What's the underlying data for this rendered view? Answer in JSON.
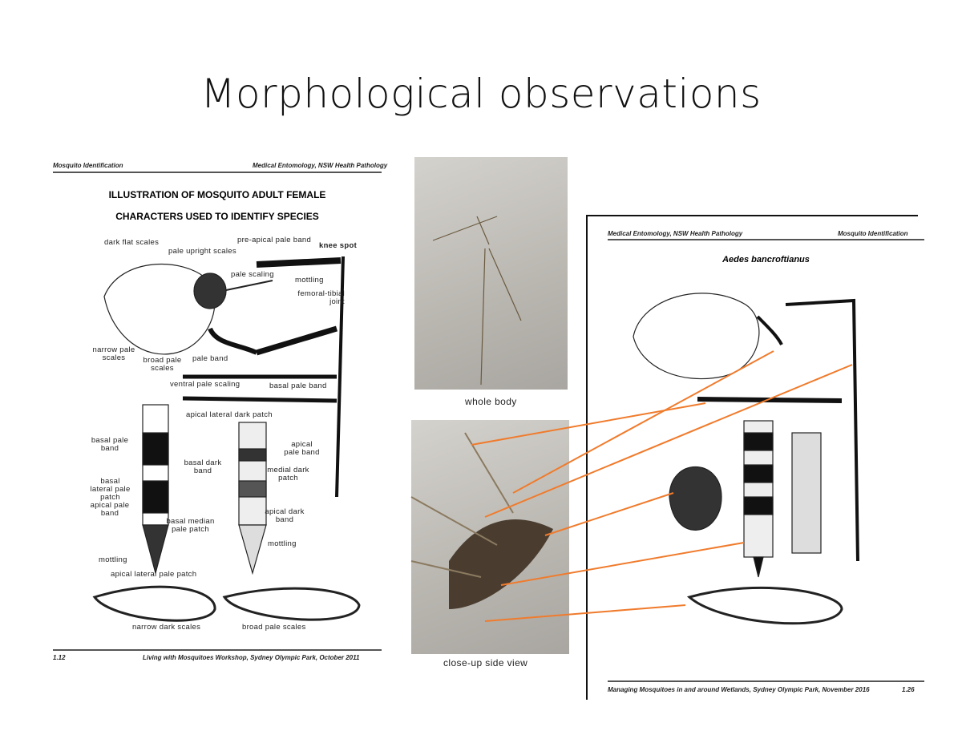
{
  "slide": {
    "title": "Morphological observations"
  },
  "left_page": {
    "header_left": "Mosquito Identification",
    "header_right": "Medical Entomology, NSW Health Pathology",
    "heading1": "ILLUSTRATION OF MOSQUITO ADULT FEMALE",
    "heading2": "CHARACTERS USED TO IDENTIFY SPECIES",
    "labels": [
      "dark flat scales",
      "pale upright scales",
      "pre-apical pale band",
      "knee spot",
      "pale scaling",
      "mottling",
      "femoral-tibial joint",
      "narrow pale scales",
      "broad pale scales",
      "pale band",
      "ventral pale scaling",
      "basal pale band",
      "apical lateral dark patch",
      "basal pale band",
      "apical pale band",
      "basal dark band",
      "medial dark patch",
      "basal lateral pale patch",
      "apical pale band",
      "basal median pale patch",
      "apical dark band",
      "mottling",
      "mottling",
      "apical lateral pale patch",
      "narrow dark scales",
      "broad pale scales"
    ],
    "footer_left": "1.12",
    "footer_right": "Living with Mosquitoes Workshop, Sydney Olympic Park, October 2011"
  },
  "photos": {
    "whole_caption": "whole body",
    "closeup_caption": "close-up side view"
  },
  "right_page": {
    "header_left": "Medical Entomology, NSW Health Pathology",
    "header_right": "Mosquito Identification",
    "species": "Aedes bancroftianus",
    "footer_left": "Managing Mosquitoes in and around Wetlands, Sydney Olympic Park, November 2016",
    "footer_right": "1.26"
  },
  "colors": {
    "arrow": "#f07b2c",
    "ink": "#111111"
  }
}
